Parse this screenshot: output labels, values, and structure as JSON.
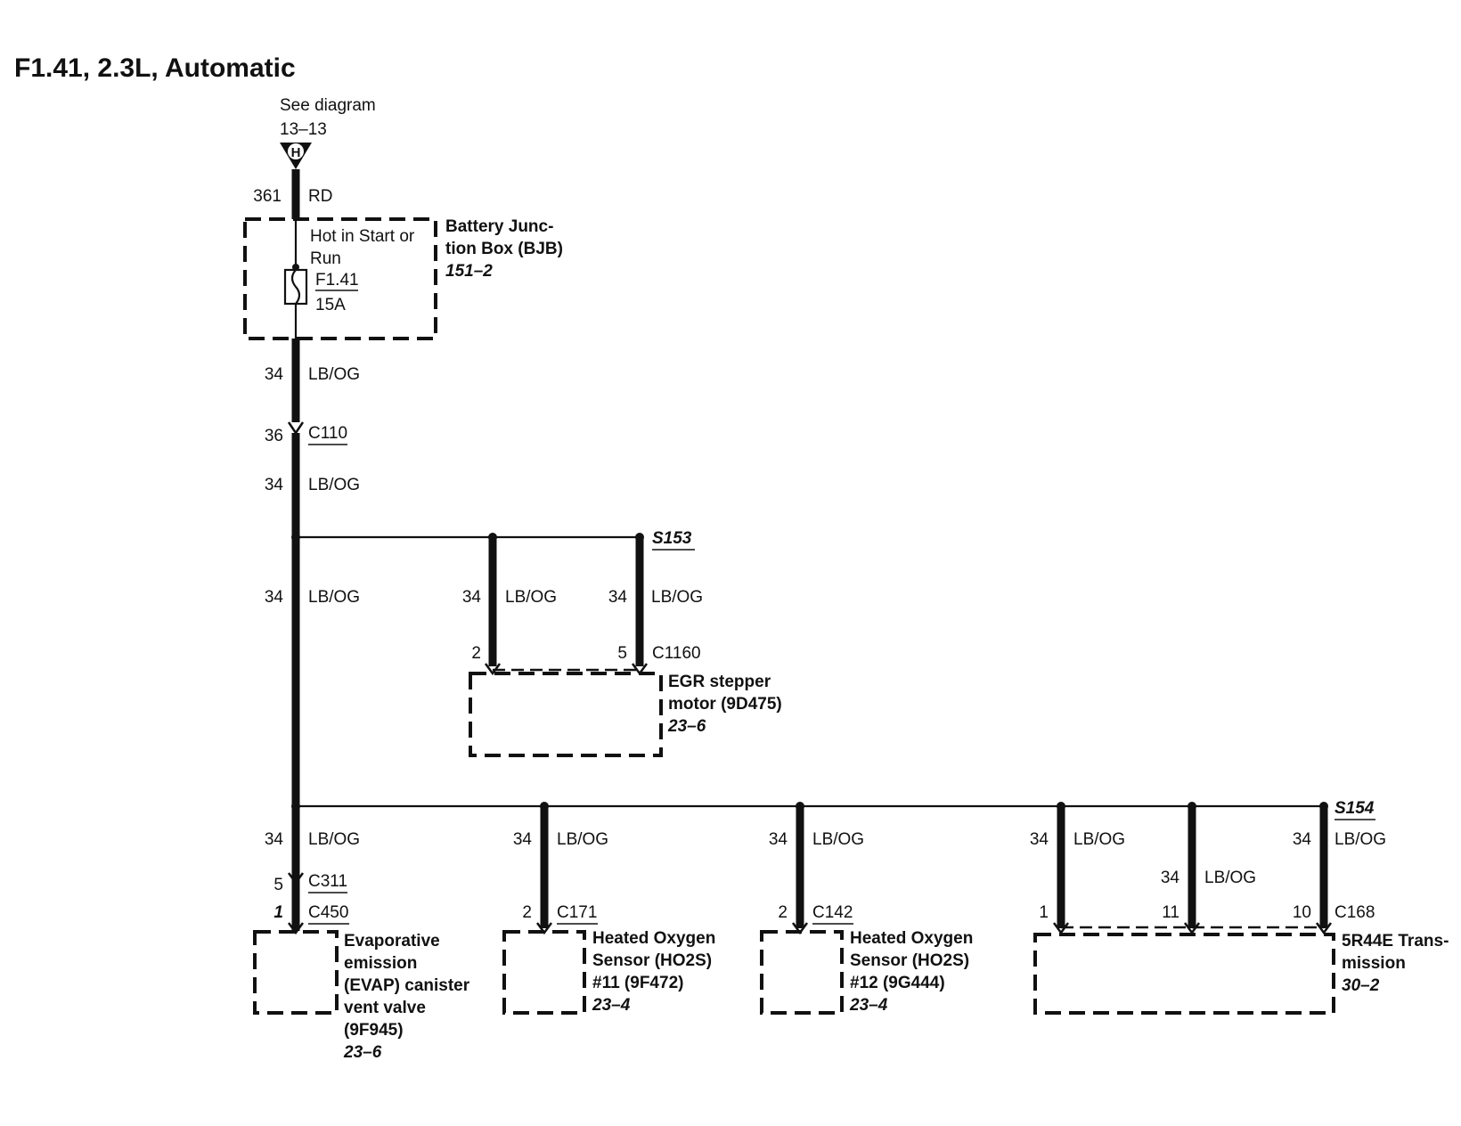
{
  "title": "F1.41, 2.3L, Automatic",
  "source_ref": {
    "line1": "See diagram",
    "line2": "13–13",
    "connector_letter": "H"
  },
  "top_wire": {
    "circuit": "361",
    "color": "RD"
  },
  "bjb": {
    "hot_line1": "Hot in Start or",
    "hot_line2": "Run",
    "fuse_name": "F1.41",
    "fuse_rating": "15A",
    "name_line1": "Battery Junc-",
    "name_line2": "tion Box (BJB)",
    "ref": "151–2"
  },
  "wire_a": {
    "circuit": "34",
    "color": "LB/OG"
  },
  "c110": {
    "pin": "36",
    "name": "C110"
  },
  "wire_b": {
    "circuit": "34",
    "color": "LB/OG"
  },
  "s153": {
    "name": "S153"
  },
  "wire_c": {
    "circuit": "34",
    "color": "LB/OG"
  },
  "egr": {
    "wire1": {
      "circuit": "34",
      "color": "LB/OG"
    },
    "wire2": {
      "circuit": "34",
      "color": "LB/OG"
    },
    "pin1": "2",
    "pin2": "5",
    "connector": "C1160",
    "name_line1": "EGR stepper",
    "name_line2": "motor (9D475)",
    "ref": "23–6"
  },
  "s154": {
    "name": "S154"
  },
  "evap": {
    "circuit": "34",
    "color": "LB/OG",
    "pin_upper": "5",
    "conn_upper": "C311",
    "pin_lower": "1",
    "conn_lower": "C450",
    "lines": [
      "Evaporative",
      "emission",
      "(EVAP) canister",
      "vent valve",
      "(9F945)"
    ],
    "ref": "23–6"
  },
  "ho2s11": {
    "circuit": "34",
    "color": "LB/OG",
    "pin": "2",
    "connector": "C171",
    "lines": [
      "Heated Oxygen",
      "Sensor (HO2S)",
      "#11 (9F472)"
    ],
    "ref": "23–4"
  },
  "ho2s12": {
    "circuit": "34",
    "color": "LB/OG",
    "pin": "2",
    "connector": "C142",
    "lines": [
      "Heated Oxygen",
      "Sensor (HO2S)",
      "#12 (9G444)"
    ],
    "ref": "23–4"
  },
  "trans": {
    "wire1": {
      "circuit": "34",
      "color": "LB/OG"
    },
    "wire2": {
      "circuit": "34",
      "color": "LB/OG"
    },
    "wire3": {
      "circuit": "34",
      "color": "LB/OG"
    },
    "pin1": "1",
    "pin2": "11",
    "pin3": "10",
    "connector": "C168",
    "lines": [
      "5R44E Trans-",
      "mission"
    ],
    "ref": "30–2"
  }
}
